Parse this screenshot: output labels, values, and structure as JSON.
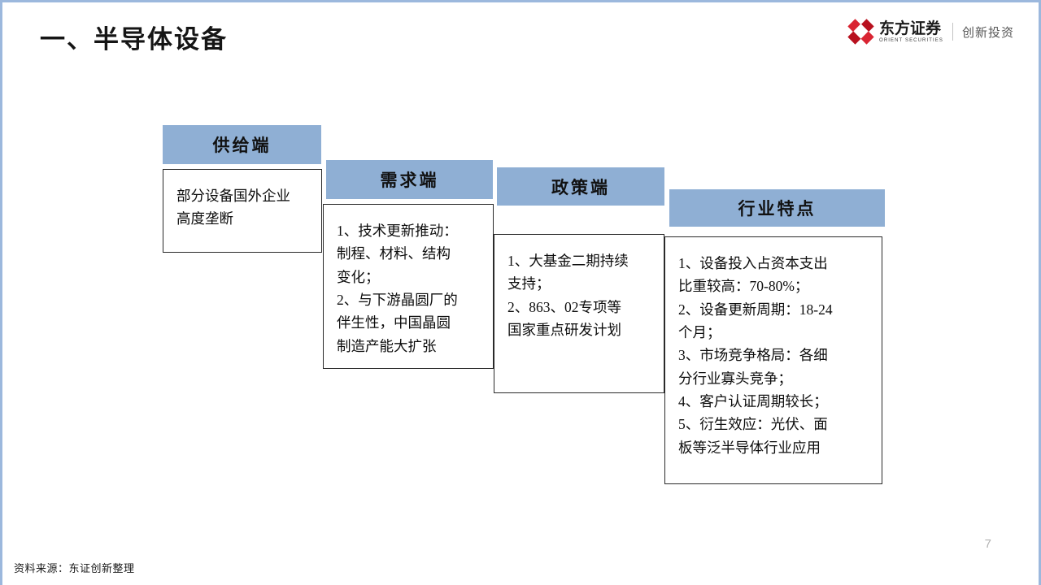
{
  "slide": {
    "title": "一、半导体设备",
    "page_number": "7",
    "source_note": "资料来源：东证创新整理",
    "accent_color": "#9cb8dd",
    "header_band_color": "#8fafd4",
    "brand_red": "#cf1225"
  },
  "brand": {
    "logo_icon": "orient-securities-diamond-logo",
    "name_cn": "东方证券",
    "name_en": "ORIENT SECURITIES",
    "sub_label": "创新投资"
  },
  "steps": [
    {
      "id": "supply",
      "header": "供给端",
      "body": "部分设备国外企业\n高度垄断"
    },
    {
      "id": "demand",
      "header": "需求端",
      "body": "1、技术更新推动：\n制程、材料、结构\n变化；\n2、与下游晶圆厂的\n伴生性，中国晶圆\n制造产能大扩张"
    },
    {
      "id": "policy",
      "header": "政策端",
      "body": "1、大基金二期持续\n支持；\n2、863、02专项等\n国家重点研发计划"
    },
    {
      "id": "industry-traits",
      "header": "行业特点",
      "body": "1、设备投入占资本支出\n比重较高：70-80%；\n2、设备更新周期：18-24\n个月；\n3、市场竞争格局：各细\n分行业寡头竞争；\n4、客户认证周期较长；\n5、衍生效应：光伏、面\n板等泛半导体行业应用"
    }
  ]
}
